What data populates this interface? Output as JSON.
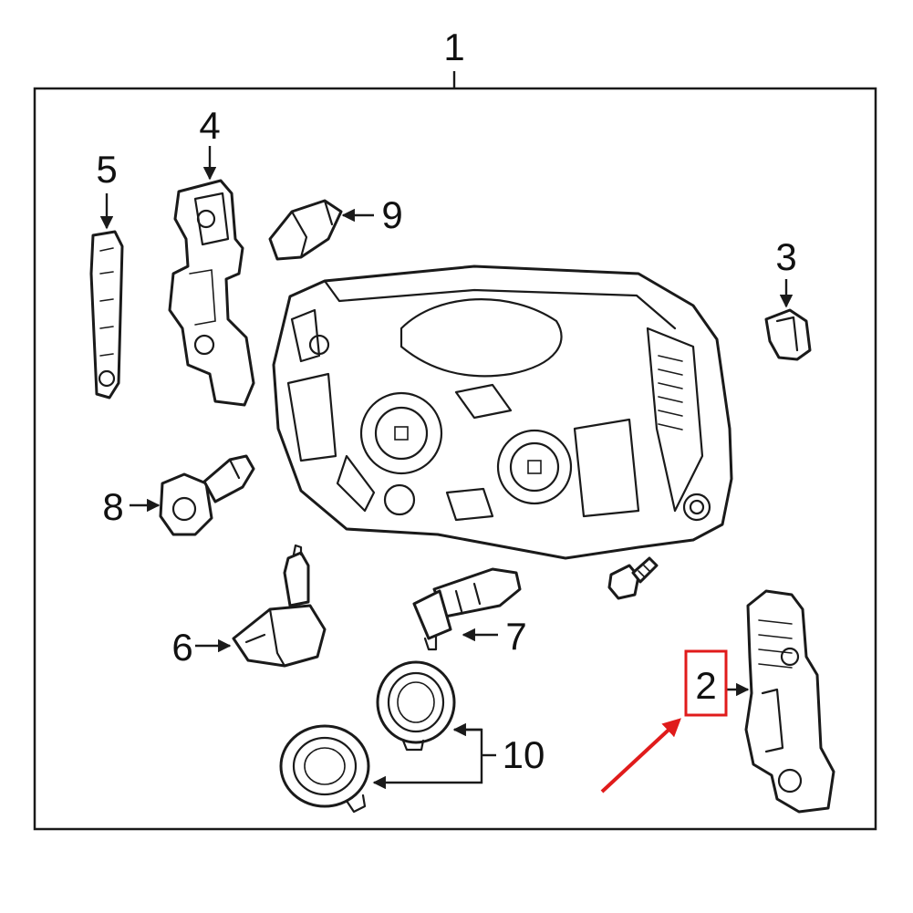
{
  "callouts": {
    "c1": "1",
    "c2": "2",
    "c3": "3",
    "c4": "4",
    "c5": "5",
    "c6": "6",
    "c7": "7",
    "c8": "8",
    "c9": "9",
    "c10": "10"
  },
  "colors": {
    "line": "#1a1a1a",
    "highlight": "#e01b1b",
    "background": "#ffffff"
  }
}
